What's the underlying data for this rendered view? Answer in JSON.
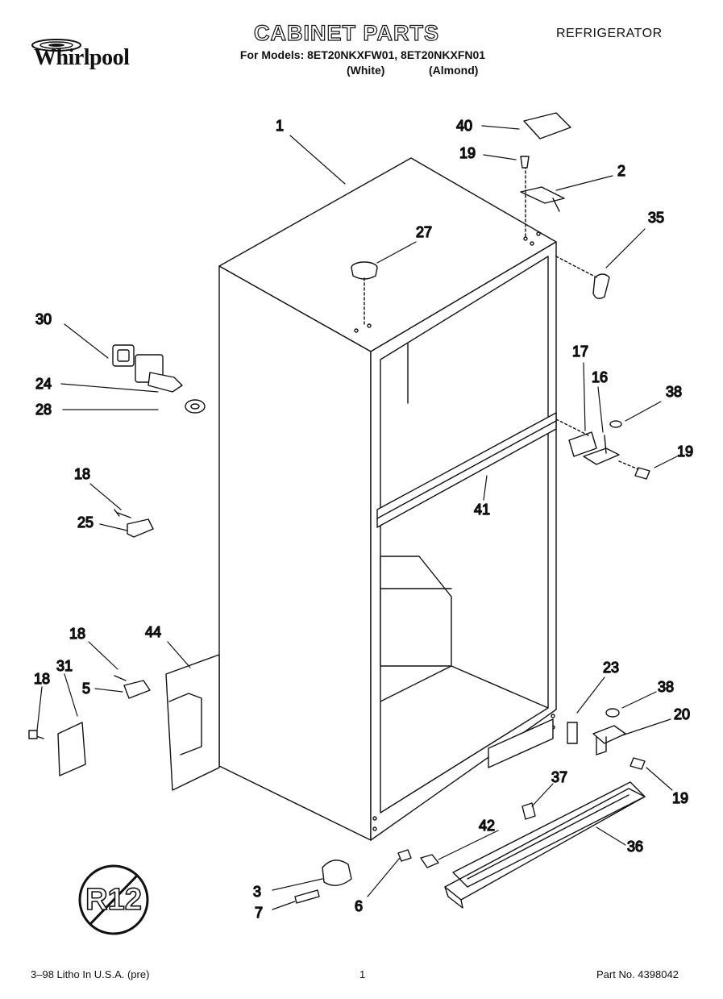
{
  "header": {
    "brand": "Whirlpool",
    "title": "CABINET PARTS",
    "category": "REFRIGERATOR",
    "models_line": "For Models: 8ET20NKXFW01, 8ET20NKXFN01",
    "color_white": "(White)",
    "color_almond": "(Almond)"
  },
  "footer": {
    "left": "3–98 Litho In U.S.A. (pre)",
    "page": "1",
    "part_no": "Part No. 4398042"
  },
  "badge": {
    "text": "R12"
  },
  "callouts": [
    {
      "id": "c1",
      "label": "1"
    },
    {
      "id": "c40",
      "label": "40"
    },
    {
      "id": "c19a",
      "label": "19"
    },
    {
      "id": "c2",
      "label": "2"
    },
    {
      "id": "c35",
      "label": "35"
    },
    {
      "id": "c27",
      "label": "27"
    },
    {
      "id": "c30",
      "label": "30"
    },
    {
      "id": "c24",
      "label": "24"
    },
    {
      "id": "c28",
      "label": "28"
    },
    {
      "id": "c17",
      "label": "17"
    },
    {
      "id": "c16",
      "label": "16"
    },
    {
      "id": "c38a",
      "label": "38"
    },
    {
      "id": "c19b",
      "label": "19"
    },
    {
      "id": "c41",
      "label": "41"
    },
    {
      "id": "c18a",
      "label": "18"
    },
    {
      "id": "c25",
      "label": "25"
    },
    {
      "id": "c18b",
      "label": "18"
    },
    {
      "id": "c44",
      "label": "44"
    },
    {
      "id": "c5",
      "label": "5"
    },
    {
      "id": "c18c",
      "label": "18"
    },
    {
      "id": "c31",
      "label": "31"
    },
    {
      "id": "c23",
      "label": "23"
    },
    {
      "id": "c38b",
      "label": "38"
    },
    {
      "id": "c20",
      "label": "20"
    },
    {
      "id": "c19c",
      "label": "19"
    },
    {
      "id": "c37",
      "label": "37"
    },
    {
      "id": "c42",
      "label": "42"
    },
    {
      "id": "c36",
      "label": "36"
    },
    {
      "id": "c3",
      "label": "3"
    },
    {
      "id": "c7",
      "label": "7"
    },
    {
      "id": "c6",
      "label": "6"
    }
  ]
}
